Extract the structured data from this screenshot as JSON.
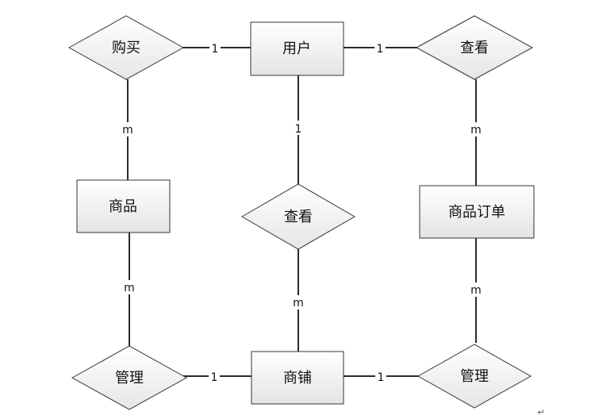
{
  "entities": {
    "user": "用户",
    "product": "商品",
    "product_order": "商品订单",
    "shop": "商铺"
  },
  "relationships": {
    "buy": "购买",
    "view_order": "查看",
    "view_shop": "查看",
    "manage_product": "管理",
    "manage_order": "管理"
  },
  "cardinalities": {
    "buy_user": "1",
    "buy_product": "m",
    "view_order_user": "1",
    "view_order_order": "m",
    "view_shop_user": "1",
    "view_shop_shop": "m",
    "manage_product_product": "m",
    "manage_product_shop": "1",
    "manage_order_order": "m",
    "manage_order_shop": "1"
  },
  "corner_mark": "↵",
  "colors": {
    "fill_top": "#ffffff",
    "fill_bottom": "#e4e4e4",
    "stroke": "#333333",
    "line": "#2a2a2a"
  }
}
